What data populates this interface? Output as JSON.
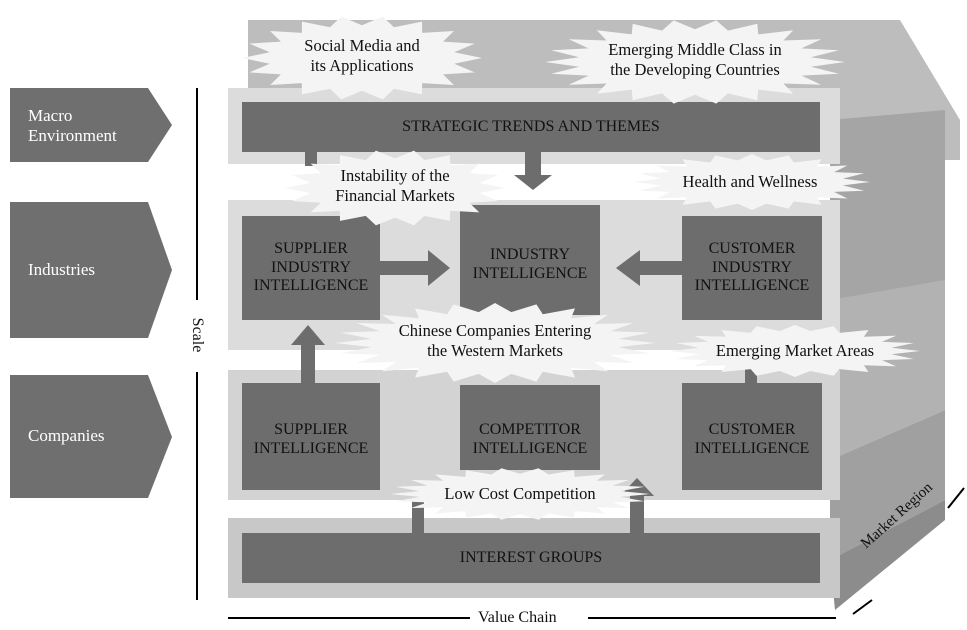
{
  "colors": {
    "arrow_tab": "#6f6f6f",
    "box_dark": "#6d6d6d",
    "layer_light": "#dcdcdc",
    "layer_mid": "#bdbdbd",
    "layer_side": "#9b9b9b",
    "burst_fill": "#f4f4f4"
  },
  "side_labels": {
    "macro": "Macro\nEnvironment",
    "industries": "Industries",
    "companies": "Companies"
  },
  "layers": {
    "strategic": "STRATEGIC TRENDS AND THEMES",
    "supplier_industry": "SUPPLIER\nINDUSTRY\nINTELLIGENCE",
    "industry": "INDUSTRY\nINTELLIGENCE",
    "customer_industry": "CUSTOMER\nINDUSTRY\nINTELLIGENCE",
    "supplier": "SUPPLIER\nINTELLIGENCE",
    "competitor": "COMPETITOR\nINTELLIGENCE",
    "customer": "CUSTOMER\nINTELLIGENCE",
    "interest_groups": "INTEREST GROUPS"
  },
  "trends": {
    "social_media": "Social Media and\nits Applications",
    "middle_class": "Emerging Middle Class in\nthe Developing Countries",
    "financial": "Instability of the\nFinancial Markets",
    "health": "Health and Wellness",
    "chinese": "Chinese Companies Entering\nthe Western Markets",
    "emerging_markets": "Emerging Market Areas",
    "low_cost": "Low Cost Competition"
  },
  "axes": {
    "scale": "Scale",
    "value_chain": "Value Chain",
    "market_region": "Market Region"
  }
}
